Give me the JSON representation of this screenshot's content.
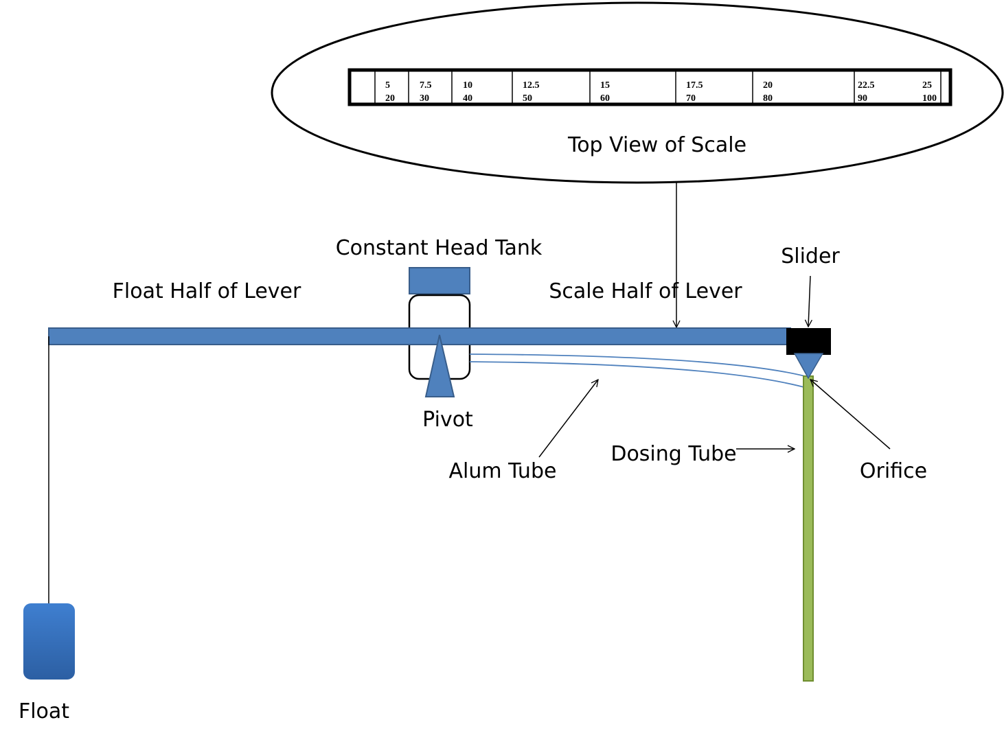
{
  "labels": {
    "top_view": "Top View of Scale",
    "constant_head_tank": "Constant Head Tank",
    "slider": "Slider",
    "float_half": "Float Half of Lever",
    "scale_half": "Scale Half of Lever",
    "pivot": "Pivot",
    "alum_tube": "Alum Tube",
    "dosing_tube": "Dosing Tube",
    "orifice": "Orifice",
    "float": "Float"
  },
  "scale_ticks": [
    {
      "top": "5",
      "bottom": "20"
    },
    {
      "top": "7.5",
      "bottom": "30"
    },
    {
      "top": "10",
      "bottom": "40"
    },
    {
      "top": "12.5",
      "bottom": "50"
    },
    {
      "top": "15",
      "bottom": "60"
    },
    {
      "top": "17.5",
      "bottom": "70"
    },
    {
      "top": "20",
      "bottom": "80"
    },
    {
      "top": "22.5",
      "bottom": "90"
    },
    {
      "top": "25",
      "bottom": "100"
    }
  ],
  "colors": {
    "lever": "#4f81bd",
    "lever_edge": "#385d8a",
    "float_top": "#3f7fd0",
    "float_bottom": "#2c5fa3",
    "slider": "#000000",
    "dosing_tube": "#9bbb59",
    "dosing_tube_edge": "#6f8e30",
    "alum_tube": "#4f81bd"
  }
}
